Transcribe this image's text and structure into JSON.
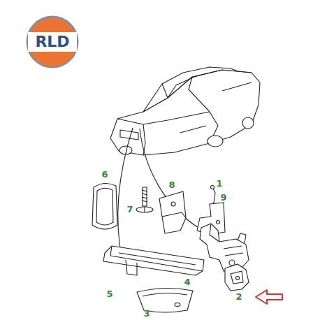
{
  "diagram": {
    "nodes": [
      {
        "text": [
          "RLD"
        ]
      }
    ],
    "labels": [
      "6",
      "7",
      "8",
      "1",
      "9",
      "4",
      "5",
      "2",
      "3"
    ]
  }
}
